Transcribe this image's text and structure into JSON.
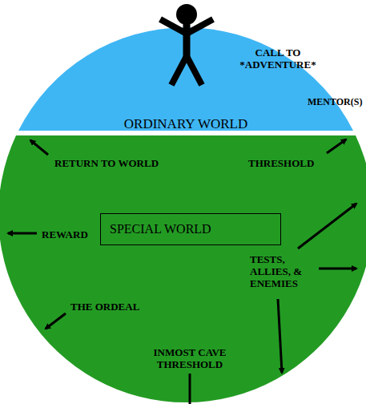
{
  "diagram": {
    "nodes": [
      {
        "text": [
          "CALL TO *ADVENTURE*",
          "MENTOR(S)",
          "ORDINARY WORLD"
        ]
      },
      {
        "text": [
          "RETURN TO WORLD",
          "THRESHOLD",
          "REWARD",
          "TESTS, ALLIES, & ENEMIES",
          "THE ORDEAL",
          "INMOST CAVE THRESHOLD"
        ]
      },
      {
        "text": [
          "SPECIAL WORLD"
        ],
        "in": 1
      }
    ]
  }
}
